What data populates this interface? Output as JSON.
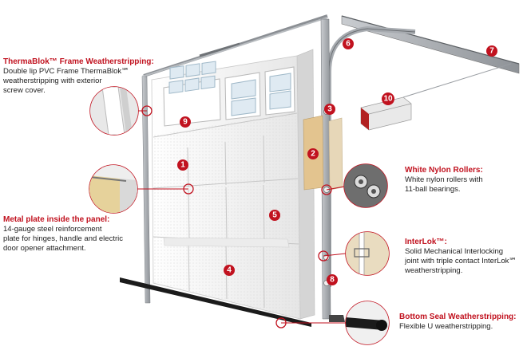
{
  "callouts": {
    "thermablok": {
      "title": "ThermaBlok™ Frame Weatherstripping:",
      "body": "Double lip PVC Frame ThermaBlok℠\nweatherstripping with exterior\nscrew cover."
    },
    "metal_plate": {
      "title": "Metal plate inside the panel:",
      "body": "14-gauge steel reinforcement\nplate for hinges, handle and electric\ndoor opener attachment."
    },
    "nylon_rollers": {
      "title": "White Nylon Rollers:",
      "body": "White nylon rollers with\n11-ball bearings."
    },
    "interlok": {
      "title": "InterLok™:",
      "body": "Solid Mechanical Interlocking\njoint with triple contact InterLok℠\nweatherstripping."
    },
    "bottom_seal": {
      "title": "Bottom Seal Weatherstripping:",
      "body": "Flexible U weatherstripping."
    }
  },
  "markers": [
    "1",
    "2",
    "3",
    "4",
    "5",
    "6",
    "7",
    "8",
    "9",
    "10"
  ],
  "colors": {
    "accent": "#c1121f",
    "text": "#222222",
    "panel": "#f4f4f4",
    "steel": "#9a9ea3",
    "seal": "#1b1b1b"
  }
}
